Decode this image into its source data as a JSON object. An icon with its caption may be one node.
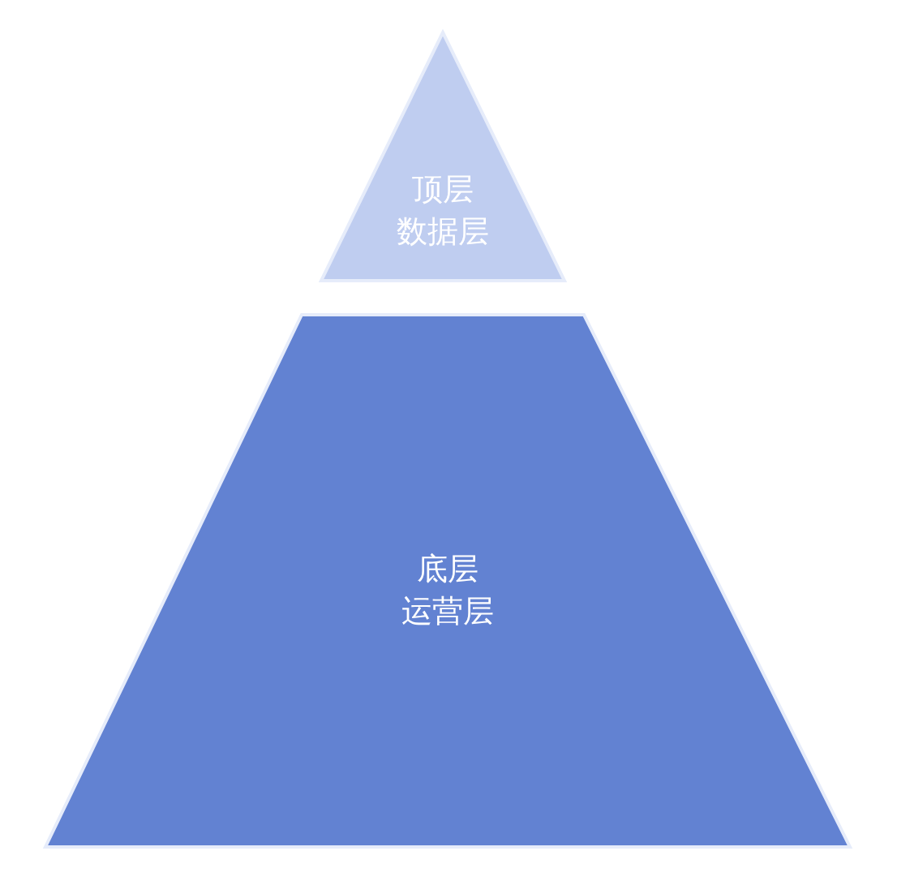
{
  "diagram": {
    "nodes": [
      {
        "text": [
          "顶层",
          "数据层"
        ]
      },
      {
        "text": [
          "底层",
          "运营层"
        ]
      }
    ]
  }
}
